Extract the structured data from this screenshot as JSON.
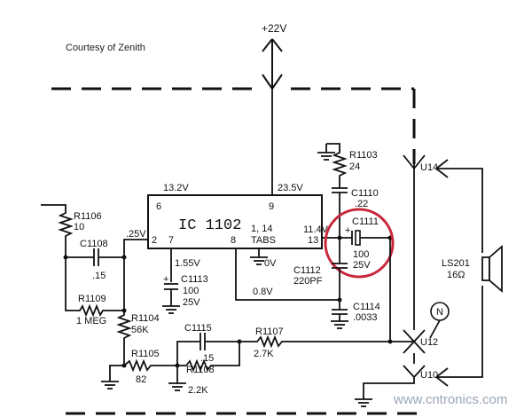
{
  "credit": "Courtesy of Zenith",
  "watermark": "www.cntronics.com",
  "highlight_color": "#c8283c",
  "supply": {
    "voltage": "+22V"
  },
  "ic": {
    "name": "IC 1102",
    "pins": {
      "p6": "6",
      "p9": "9",
      "p2": "2",
      "p7": "7",
      "p8": "8",
      "p1_14": "1, 14",
      "tabs": "TABS",
      "p13": "13"
    },
    "voltages": {
      "v6": "13.2V",
      "v9": "23.5V",
      "v2": ".25V",
      "v7": "1.55V",
      "v8": "0V",
      "v8b": "0.8V",
      "v13": "11.4V"
    }
  },
  "components": {
    "r1106": {
      "ref": "R1106",
      "value": "10"
    },
    "c1108": {
      "ref": "C1108",
      "value": ".15"
    },
    "r1109": {
      "ref": "R1109",
      "value": "1 MEG"
    },
    "r1104": {
      "ref": "R1104",
      "value": "56K"
    },
    "r1105": {
      "ref": "R1105",
      "value": "82"
    },
    "c1113": {
      "ref": "C1113",
      "value1": "100",
      "value2": "25V"
    },
    "c1115": {
      "ref": "C1115",
      "value": ".15"
    },
    "r1108": {
      "ref": "R1108",
      "value": "2.2K"
    },
    "r1107": {
      "ref": "R1107",
      "value": "2.7K"
    },
    "r1103": {
      "ref": "R1103",
      "value": "24"
    },
    "c1110": {
      "ref": "C1110",
      "value": ".22"
    },
    "c1111": {
      "ref": "C1111",
      "value1": "100",
      "value2": "25V"
    },
    "c1112": {
      "ref": "C1112",
      "value": "220PF"
    },
    "c1114": {
      "ref": "C1114",
      "value": ".0033"
    },
    "ls201": {
      "ref": "LS201",
      "value": "16Ω"
    }
  },
  "connectors": {
    "u14": "U14",
    "u12": "U12",
    "u10": "U10",
    "n": "N"
  }
}
